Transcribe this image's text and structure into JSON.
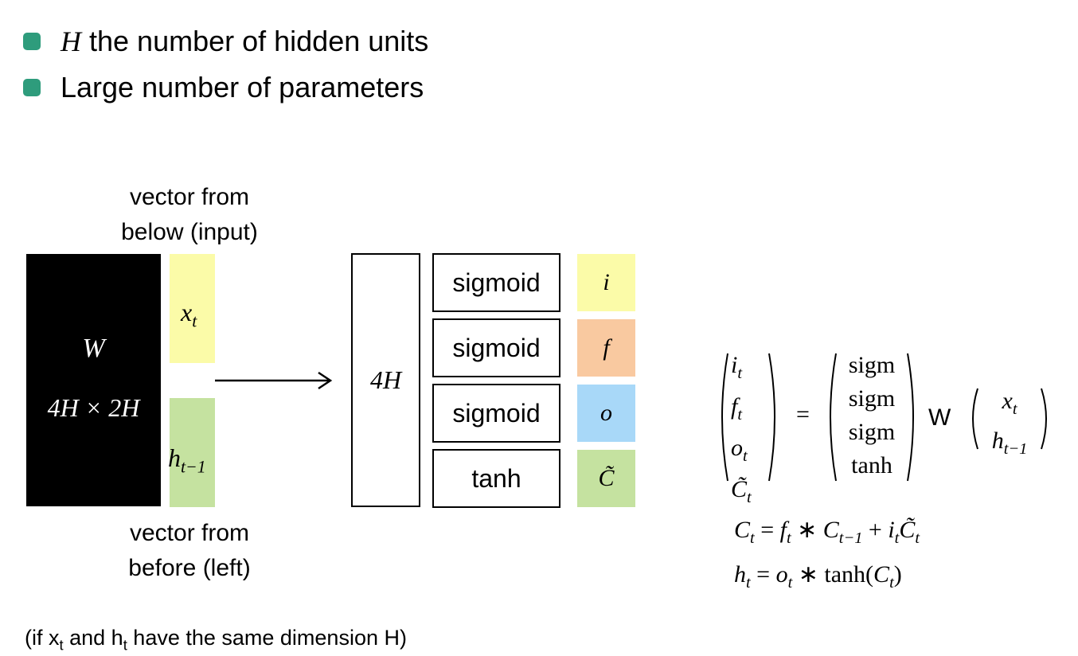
{
  "bullets": [
    {
      "symbol": "H",
      "text": " the number of hidden units"
    },
    {
      "text": "Large number of parameters"
    }
  ],
  "captions": {
    "input_line1": "vector from",
    "input_line2": "below (input)",
    "prev_line1": "vector from",
    "prev_line2": "before (left)"
  },
  "weight_matrix": {
    "label": "W",
    "dims": "4H × 2H"
  },
  "input_vectors": {
    "x": {
      "base": "x",
      "sub": "t",
      "color": "#fbfba8"
    },
    "h": {
      "base": "h",
      "sub": "t−1",
      "color": "#c5e2a0"
    }
  },
  "output_column": {
    "label": "4H"
  },
  "gates": [
    {
      "fn": "sigmoid",
      "out": "i",
      "color": "#fbfba8"
    },
    {
      "fn": "sigmoid",
      "out": "f",
      "color": "#f9c9a0"
    },
    {
      "fn": "sigmoid",
      "out": "o",
      "color": "#a8d8f8"
    },
    {
      "fn": "tanh",
      "out": "C̃",
      "color": "#c5e2a0"
    }
  ],
  "equations": {
    "lhs": [
      {
        "base": "i",
        "sub": "t"
      },
      {
        "base": "f",
        "sub": "t"
      },
      {
        "base": "o",
        "sub": "t"
      },
      {
        "base": "C̃",
        "sub": "t"
      }
    ],
    "equals": "=",
    "activations": [
      "sigm",
      "sigm",
      "sigm",
      "tanh"
    ],
    "weight": "W",
    "input": [
      {
        "base": "x",
        "sub": "t"
      },
      {
        "base": "h",
        "sub": "t−1"
      }
    ],
    "cell_update": {
      "lhs": "C",
      "lhs_sub": "t",
      "eq": " = ",
      "f": "f",
      "f_sub": "t",
      "star": " ∗ ",
      "cprev": "C",
      "cprev_sub": "t−1",
      "plus": " + ",
      "i": "i",
      "i_sub": "t",
      "ct": "C̃",
      "ct_sub": "t"
    },
    "hidden_update": {
      "lhs": "h",
      "lhs_sub": "t",
      "eq": " = ",
      "o": "o",
      "o_sub": "t",
      "star": " ∗ ",
      "tanh": "tanh(",
      "c": "C",
      "c_sub": "t",
      "close": ")"
    }
  },
  "footnote": {
    "pre": "(if x",
    "x_sub": "t",
    "mid": " and h",
    "h_sub": "t",
    "post": " have the same dimension H)"
  }
}
